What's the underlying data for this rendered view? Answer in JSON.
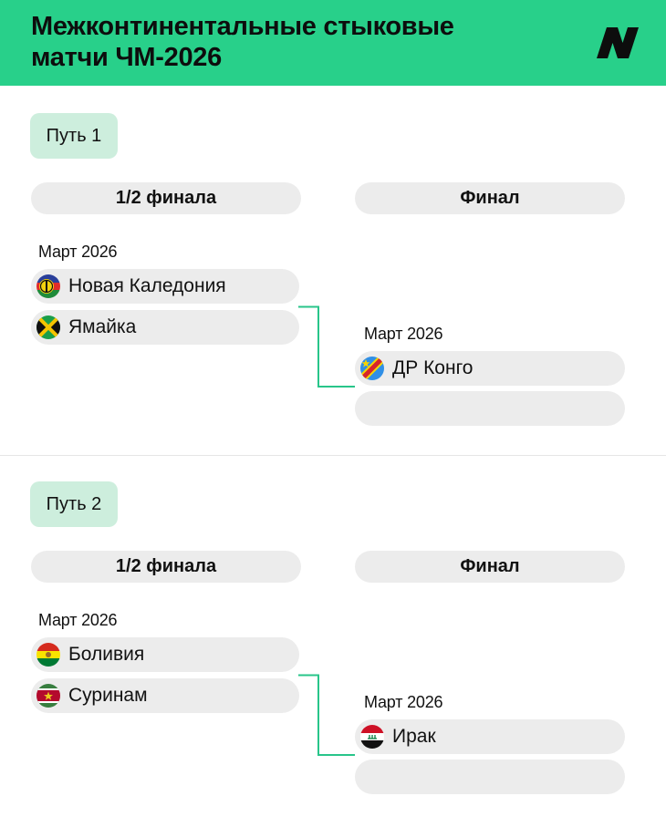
{
  "header": {
    "title_line1": "Межконтинентальные стыковые",
    "title_line2": "матчи ЧМ-2026",
    "accent_color": "#28d08a"
  },
  "paths": [
    {
      "label": "Путь 1",
      "semifinal_label": "1/2 финала",
      "final_label": "Финал",
      "semifinal_date": "Март 2026",
      "final_date": "Март 2026",
      "semifinal_teams": [
        {
          "name": "Новая Каледония",
          "flag_icon": "new-caledonia-flag-icon"
        },
        {
          "name": "Ямайка",
          "flag_icon": "jamaica-flag-icon"
        }
      ],
      "final_teams": [
        {
          "name": "ДР Конго",
          "flag_icon": "dr-congo-flag-icon"
        },
        {
          "name": "",
          "flag_icon": ""
        }
      ]
    },
    {
      "label": "Путь 2",
      "semifinal_label": "1/2 финала",
      "final_label": "Финал",
      "semifinal_date": "Март 2026",
      "final_date": "Март 2026",
      "semifinal_teams": [
        {
          "name": "Боливия",
          "flag_icon": "bolivia-flag-icon"
        },
        {
          "name": "Суринам",
          "flag_icon": "suriname-flag-icon"
        }
      ],
      "final_teams": [
        {
          "name": "Ирак",
          "flag_icon": "iraq-flag-icon"
        },
        {
          "name": "",
          "flag_icon": ""
        }
      ]
    }
  ]
}
